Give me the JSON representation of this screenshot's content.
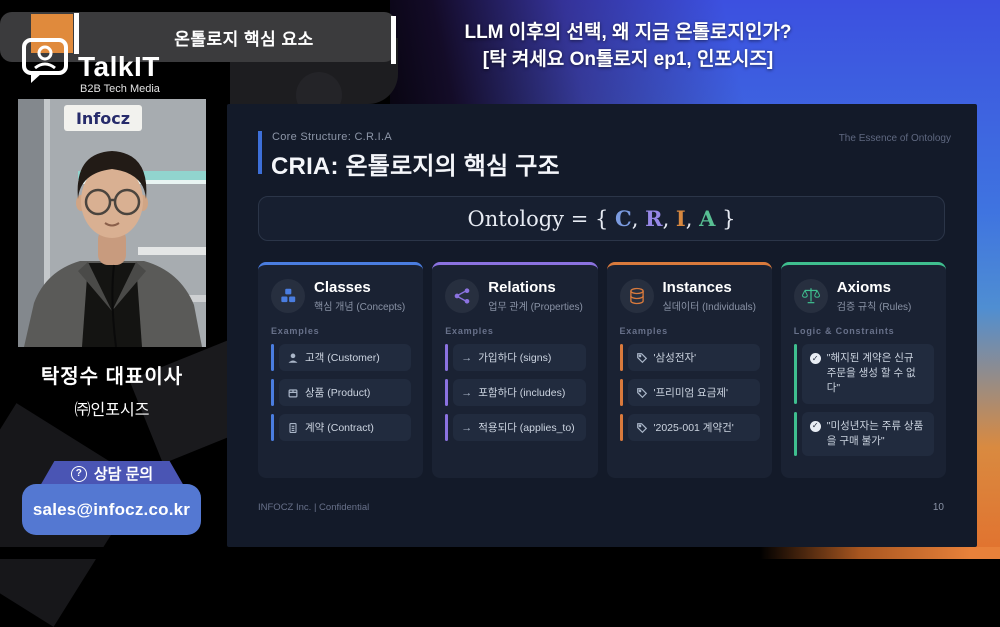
{
  "brand": {
    "name": "TalkIT",
    "tagline": "B2B Tech Media"
  },
  "top_bar": {
    "title": "온톨로지 핵심 요소"
  },
  "episode": {
    "line1": "LLM 이후의 선택, 왜 지금 온톨로지인가?",
    "line2": "[탁 켜세요 On톨로지 ep1, 인포시즈]"
  },
  "studio": {
    "wall_sign": "Infocz"
  },
  "presenter": {
    "name": "탁정수 대표이사",
    "org": "㈜인포시즈"
  },
  "contact": {
    "icon_glyph": "?",
    "label": "상담 문의",
    "email": "sales@infocz.co.kr"
  },
  "colors": {
    "brand_orange": "#e08a3c",
    "badge_tab_blue": "#4a55b4",
    "badge_blue": "#5478d2",
    "accent_blue": "#4a7de0",
    "accent_purple": "#8b72e0",
    "accent_orange": "#d97a3c",
    "accent_green": "#3fbf8f"
  },
  "slide": {
    "kicker": "Core Structure: C.R.I.A",
    "title": "CRIA: 온톨로지의 핵심 구조",
    "corner_note": "The Essence of Ontology",
    "formula": {
      "lead": "Ontology = { ",
      "c": "C",
      "sep1": ", ",
      "r": "R",
      "sep2": ", ",
      "i": "I",
      "sep3": ", ",
      "a": "A",
      "close": " }",
      "c_color": "#7b9be0",
      "r_color": "#9687e6",
      "i_color": "#d8883f",
      "a_color": "#58bf93"
    },
    "cards": [
      {
        "title": "Classes",
        "subtitle": "핵심 개념 (Concepts)",
        "label": "Examples",
        "accent": "#4a7de0",
        "rows": [
          {
            "icon": "person-icon",
            "text": "고객 (Customer)"
          },
          {
            "icon": "box-icon",
            "text": "상품 (Product)"
          },
          {
            "icon": "document-icon",
            "text": "계약 (Contract)"
          }
        ]
      },
      {
        "title": "Relations",
        "subtitle": "업무 관계 (Properties)",
        "label": "Examples",
        "accent": "#8b72e0",
        "arrow_glyph": "→",
        "rows": [
          {
            "icon": "arrow-icon",
            "text": "가입하다 (signs)"
          },
          {
            "icon": "arrow-icon",
            "text": "포함하다 (includes)"
          },
          {
            "icon": "arrow-icon",
            "text": "적용되다 (applies_to)"
          }
        ]
      },
      {
        "title": "Instances",
        "subtitle": "실데이터 (Individuals)",
        "label": "Examples",
        "accent": "#d97a3c",
        "rows": [
          {
            "icon": "tag-icon",
            "text": "'삼성전자'"
          },
          {
            "icon": "tag-icon",
            "text": "'프리미엄 요금제'"
          },
          {
            "icon": "tag-icon",
            "text": "'2025-001 계약건'"
          }
        ]
      },
      {
        "title": "Axioms",
        "subtitle": "검증 규칙 (Rules)",
        "label": "Logic & Constraints",
        "accent": "#3fbf8f",
        "check_glyph": "✓",
        "rows": [
          {
            "icon": "check-icon",
            "text": "\"해지된 계약은 신규 주문을 생성 할 수 없다\""
          },
          {
            "icon": "check-icon",
            "text": "\"미성년자는 주류 상품을 구매 불가\""
          }
        ]
      }
    ],
    "footer": {
      "left": "INFOCZ Inc. | Confidential",
      "page": "10"
    }
  }
}
